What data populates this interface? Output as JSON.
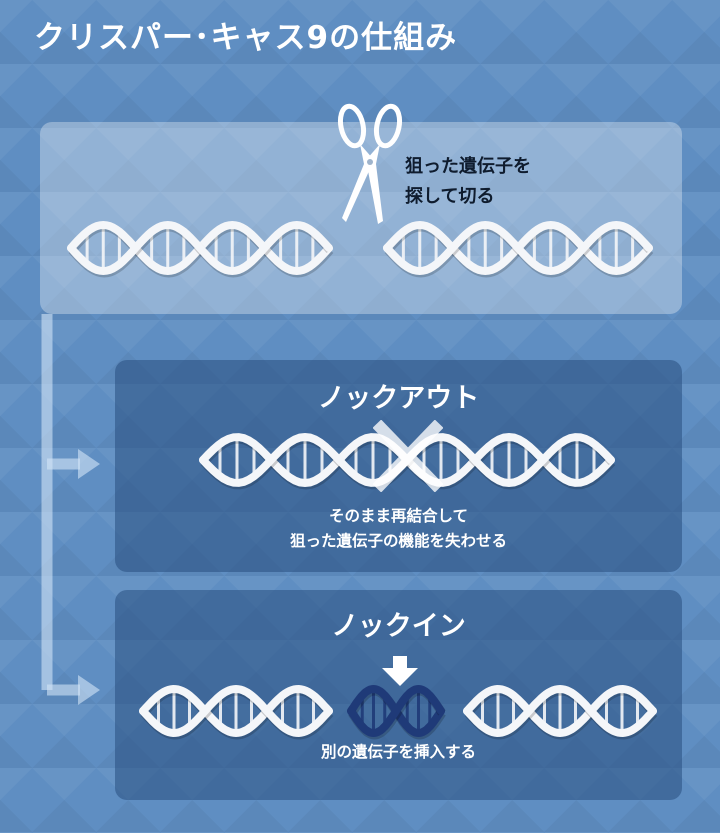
{
  "title": "クリスパー･キャス9の仕組み",
  "cut": {
    "label_line1": "狙った遺伝子を",
    "label_line2": "探して切る"
  },
  "knockout": {
    "heading": "ノックアウト",
    "caption_line1": "そのまま再結合して",
    "caption_line2": "狙った遺伝子の機能を失わせる"
  },
  "knockin": {
    "heading": "ノックイン",
    "caption": "別の遺伝子を挿入する"
  },
  "colors": {
    "background": "#5f8ec2",
    "dna_white": "#f4f6f9",
    "dna_inserted": "#1f3a78",
    "title": "#ffffff",
    "cut_label": "#0f1c2e"
  },
  "icons": [
    "scissors-icon",
    "cross-mark-icon",
    "down-arrow-icon",
    "right-arrow-icon"
  ]
}
